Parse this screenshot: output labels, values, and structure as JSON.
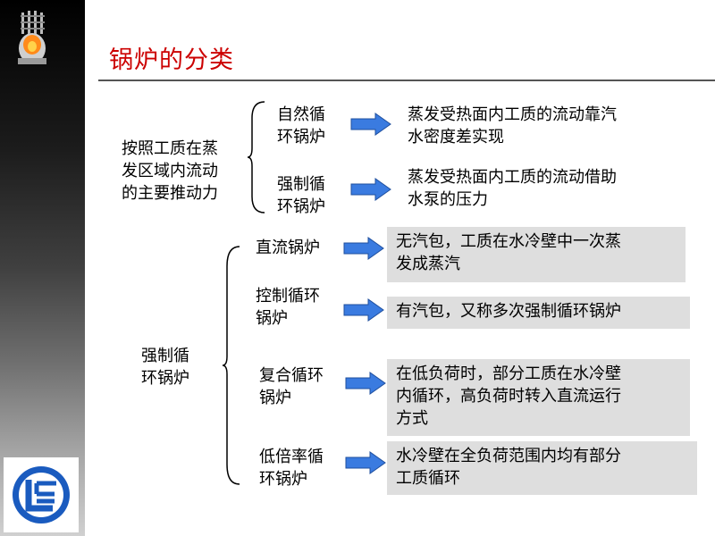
{
  "title": "锅炉的分类",
  "colors": {
    "title": "#cc0000",
    "arrow": "#3a7be0",
    "box": "#dedede"
  },
  "icons": {
    "top": "boiler-icon",
    "bottom": "company-logo-icon"
  },
  "section1": {
    "label_lines": [
      "按照工质在蒸",
      "发区域内流动",
      "的主要推动力"
    ],
    "rows": [
      {
        "name_lines": [
          "自然循",
          "环锅炉"
        ],
        "desc_lines": [
          "蒸发受热面内工质的流动靠汽",
          "水密度差实现"
        ]
      },
      {
        "name_lines": [
          "强制循",
          "环锅炉"
        ],
        "desc_lines": [
          "蒸发受热面内工质的流动借助",
          "水泵的压力"
        ]
      }
    ]
  },
  "section2": {
    "label_lines": [
      "强制循",
      "环锅炉"
    ],
    "rows": [
      {
        "name_lines": [
          "直流锅炉"
        ],
        "desc_lines": [
          "无汽包，工质在水冷壁中一次蒸",
          "发成蒸汽"
        ]
      },
      {
        "name_lines": [
          "控制循环",
          "锅炉"
        ],
        "desc_lines": [
          "有汽包，又称多次强制循环锅炉"
        ]
      },
      {
        "name_lines": [
          "复合循环",
          "锅炉"
        ],
        "desc_lines": [
          "在低负荷时，部分工质在水冷壁",
          "内循环，高负荷时转入直流运行",
          "方式"
        ]
      },
      {
        "name_lines": [
          "低倍率循",
          "环锅炉"
        ],
        "desc_lines": [
          "水冷壁在全负荷范围内均有部分",
          "工质循环"
        ]
      }
    ]
  }
}
